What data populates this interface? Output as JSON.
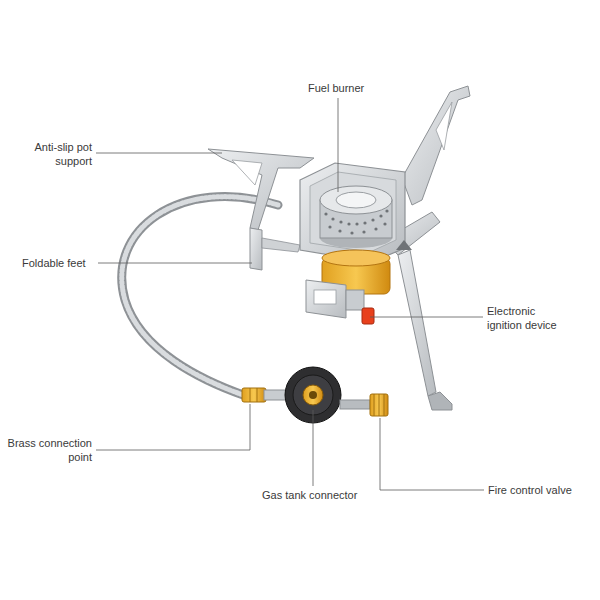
{
  "diagram": {
    "labels": [
      "Fuel burner",
      "Anti-slip pot support",
      "Foldable feet",
      "Electronic ignition device",
      "Brass connection point",
      "Gas tank connector",
      "Fire control valve"
    ]
  }
}
